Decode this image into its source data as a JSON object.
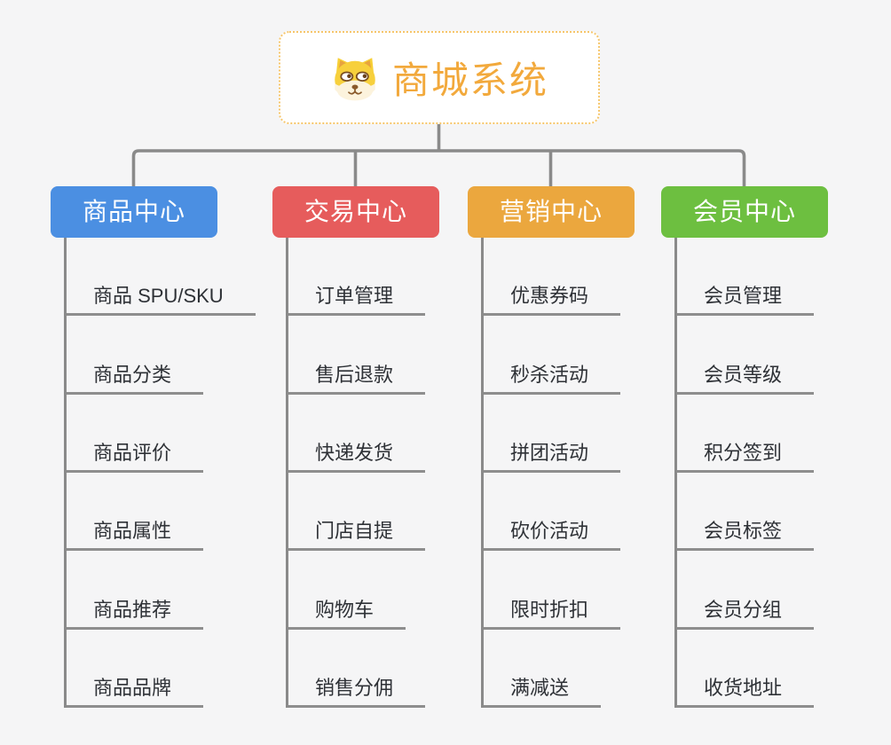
{
  "background_color": "#f5f5f6",
  "line_color": "#8a8a8a",
  "root": {
    "title": "商城系统",
    "icon": "dog-icon",
    "accent_color": "#f2a93c",
    "border_color": "#f6c66b"
  },
  "branches": [
    {
      "label": "商品中心",
      "color": "#4b8fe2",
      "items": [
        "商品 SPU/SKU",
        "商品分类",
        "商品评价",
        "商品属性",
        "商品推荐",
        "商品品牌"
      ]
    },
    {
      "label": "交易中心",
      "color": "#e65c5c",
      "items": [
        "订单管理",
        "售后退款",
        "快递发货",
        "门店自提",
        "购物车",
        "销售分佣"
      ]
    },
    {
      "label": "营销中心",
      "color": "#eba73e",
      "items": [
        "优惠券码",
        "秒杀活动",
        "拼团活动",
        "砍价活动",
        "限时折扣",
        "满减送"
      ]
    },
    {
      "label": "会员中心",
      "color": "#6dbf40",
      "items": [
        "会员管理",
        "会员等级",
        "积分签到",
        "会员标签",
        "会员分组",
        "收货地址"
      ]
    }
  ]
}
